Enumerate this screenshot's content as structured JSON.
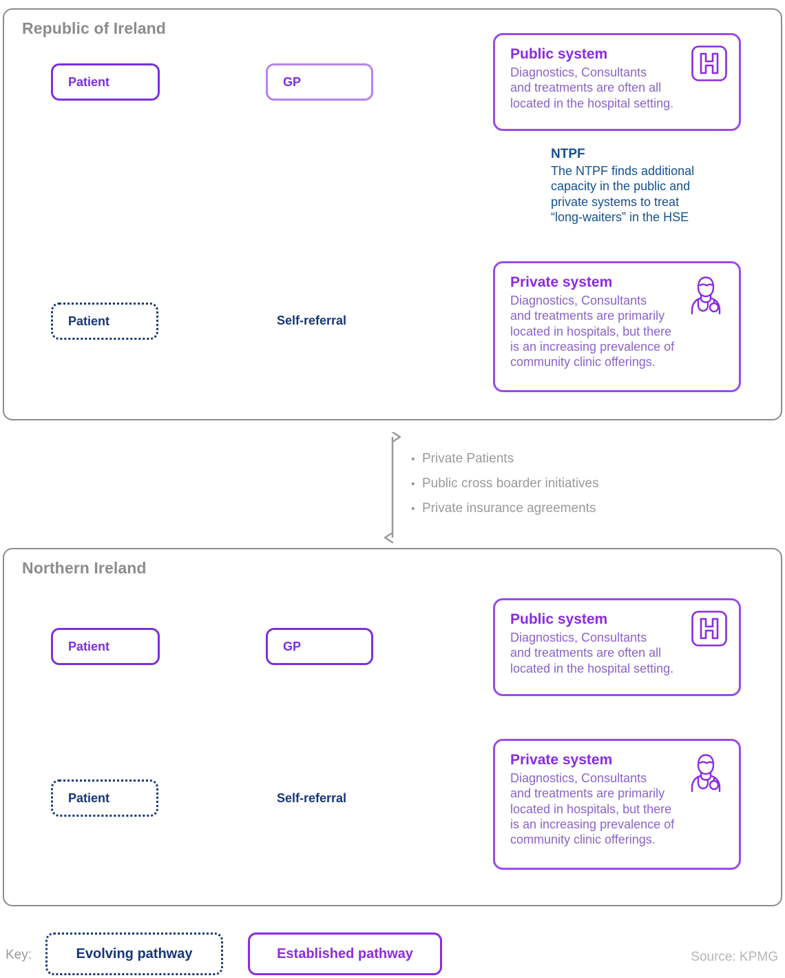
{
  "colors": {
    "purple": "#7b2fe0",
    "purple_light": "#b583ec",
    "purple_card": "#9b4ae8",
    "navy": "#15357a",
    "navy_annot": "#14508f",
    "grey": "#8c8c8c",
    "grey_light": "#b5b5b5"
  },
  "regions": [
    {
      "title": "Republic of Ireland",
      "patient_referred": "Patient",
      "gp": "GP",
      "patient_self": "Patient",
      "self_referral_label": "Self-referral",
      "public": {
        "title": "Public system",
        "body": "Diagnostics, Consultants\nand treatments are often all\nlocated in the hospital setting.",
        "icon": "hospital-icon"
      },
      "private": {
        "title": "Private system",
        "body": "Diagnostics, Consultants\nand treatments are primarily\nlocated in hospitals, but there\nis an increasing prevalence of\ncommunity clinic offerings.",
        "icon": "doctor-icon"
      },
      "annotation": {
        "title": "NTPF",
        "body": "The NTPF finds additional\ncapacity in the public and\nprivate systems to treat\n“long-waiters” in the HSE"
      }
    },
    {
      "title": "Northern Ireland",
      "patient_referred": "Patient",
      "gp": "GP",
      "patient_self": "Patient",
      "self_referral_label": "Self-referral",
      "public": {
        "title": "Public system",
        "body": "Diagnostics, Consultants\nand treatments are often all\nlocated in the hospital setting.",
        "icon": "hospital-icon"
      },
      "private": {
        "title": "Private system",
        "body": "Diagnostics, Consultants\nand treatments are primarily\nlocated in hospitals, but there\nis an increasing prevalence of\ncommunity clinic offerings.",
        "icon": "doctor-icon"
      }
    }
  ],
  "cross_border": {
    "bullets": [
      "Private Patients",
      "Public cross boarder initiatives",
      "Private insurance agreements"
    ],
    "bullet_glyph": "•"
  },
  "key": {
    "label": "Key:",
    "evolving": "Evolving pathway",
    "established": "Established pathway"
  },
  "source": "Source: KPMG"
}
